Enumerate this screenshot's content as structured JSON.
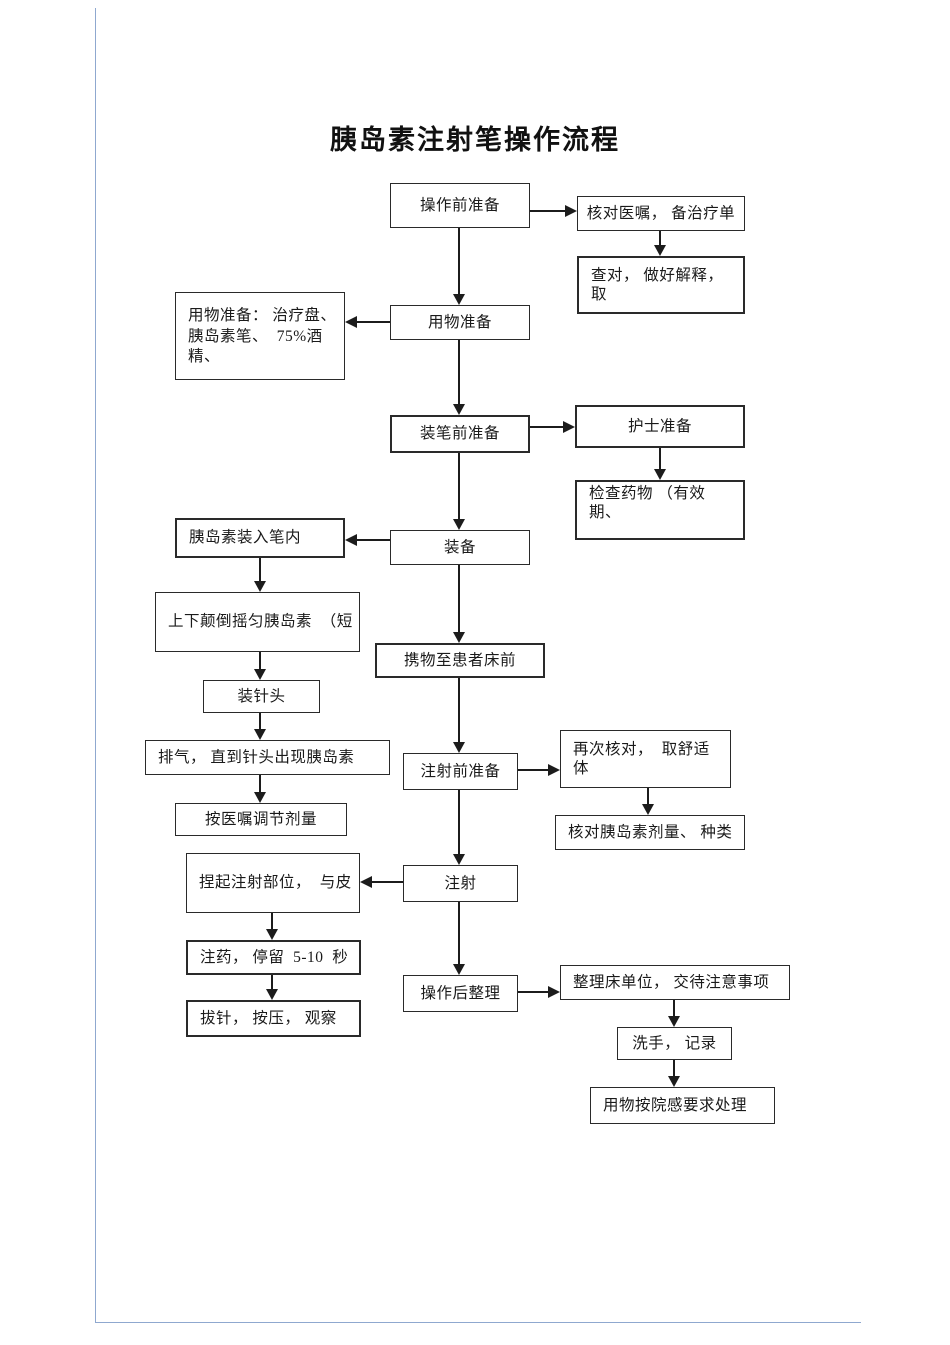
{
  "page": {
    "title": "胰岛素注射笔操作流程"
  },
  "nodes": {
    "op_prep": {
      "label": "操作前准备"
    },
    "check_order": {
      "label": "核对医嘱， 备治疗单"
    },
    "verify_explain": {
      "label": "查对， 做好解释， 取"
    },
    "supplies_detail": {
      "line1": "用物准备： 治疗盘、",
      "line2": "胰岛素笔、  75%酒精、"
    },
    "supplies_prep": {
      "label": "用物准备"
    },
    "pen_prep": {
      "label": "装笔前准备"
    },
    "nurse_prep": {
      "label": "护士准备"
    },
    "check_drug": {
      "label": "检查药物 （有效期、"
    },
    "insulin_into_pen": {
      "label": "胰岛素装入笔内"
    },
    "assemble": {
      "label": "装备"
    },
    "mix_insulin": {
      "label": "上下颠倒摇匀胰岛素  （短"
    },
    "attach_needle": {
      "label": "装针头"
    },
    "carry_to_bed": {
      "label": "携物至患者床前"
    },
    "prime_air": {
      "label": "排气， 直到针头出现胰岛素"
    },
    "pre_injection": {
      "label": "注射前准备"
    },
    "recheck_comfort": {
      "label": "再次核对，  取舒适体"
    },
    "set_dose": {
      "label": "按医嘱调节剂量"
    },
    "verify_dose": {
      "label": "核对胰岛素剂量、 种类"
    },
    "pinch_site": {
      "label": "捏起注射部位，  与皮"
    },
    "inject": {
      "label": "注射"
    },
    "hold_seconds": {
      "label": "注药， 停留  5-10  秒"
    },
    "post_op": {
      "label": "操作后整理"
    },
    "tidy_bed": {
      "label": "整理床单位， 交待注意事项"
    },
    "withdraw_needle": {
      "label": "拔针， 按压， 观察"
    },
    "wash_record": {
      "label": "洗手， 记录"
    },
    "waste_disposal": {
      "label": "用物按院感要求处理"
    }
  }
}
